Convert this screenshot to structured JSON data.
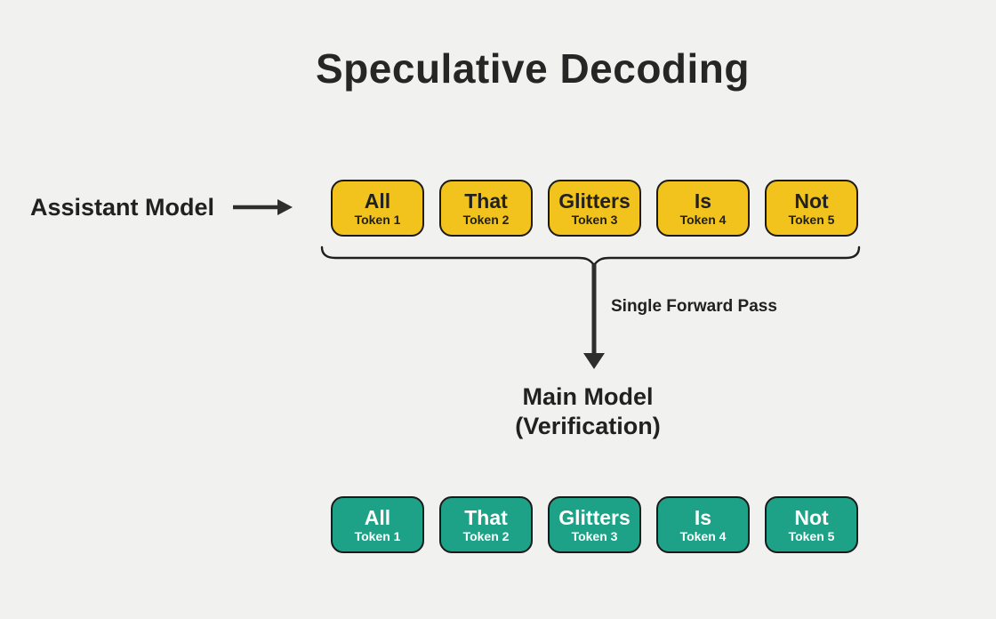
{
  "title": "Speculative Decoding",
  "colors": {
    "background": "#F1F1EF",
    "draft_token_fill": "#F2C21D",
    "verified_token_fill": "#1EA287",
    "token_border": "#1A1A1A",
    "text_dark": "#212121",
    "text_light": "#FFFFFF",
    "arrow": "#2E2E2E"
  },
  "assistant": {
    "label": "Assistant Model"
  },
  "draft_row": {
    "tokens": [
      {
        "word": "All",
        "label": "Token 1"
      },
      {
        "word": "That",
        "label": "Token 2"
      },
      {
        "word": "Glitters",
        "label": "Token 3"
      },
      {
        "word": "Is",
        "label": "Token 4"
      },
      {
        "word": "Not",
        "label": "Token 5"
      }
    ]
  },
  "forward_pass": {
    "label": "Single Forward Pass"
  },
  "main_model": {
    "line1": "Main Model",
    "line2": "(Verification)"
  },
  "verified_row": {
    "tokens": [
      {
        "word": "All",
        "label": "Token 1"
      },
      {
        "word": "That",
        "label": "Token 2"
      },
      {
        "word": "Glitters",
        "label": "Token 3"
      },
      {
        "word": "Is",
        "label": "Token 4"
      },
      {
        "word": "Not",
        "label": "Token 5"
      }
    ]
  },
  "icons": {
    "assistant_arrow": "arrow-right-icon",
    "forward_pass_arrow": "arrow-down-icon",
    "token_span": "underbrace"
  }
}
